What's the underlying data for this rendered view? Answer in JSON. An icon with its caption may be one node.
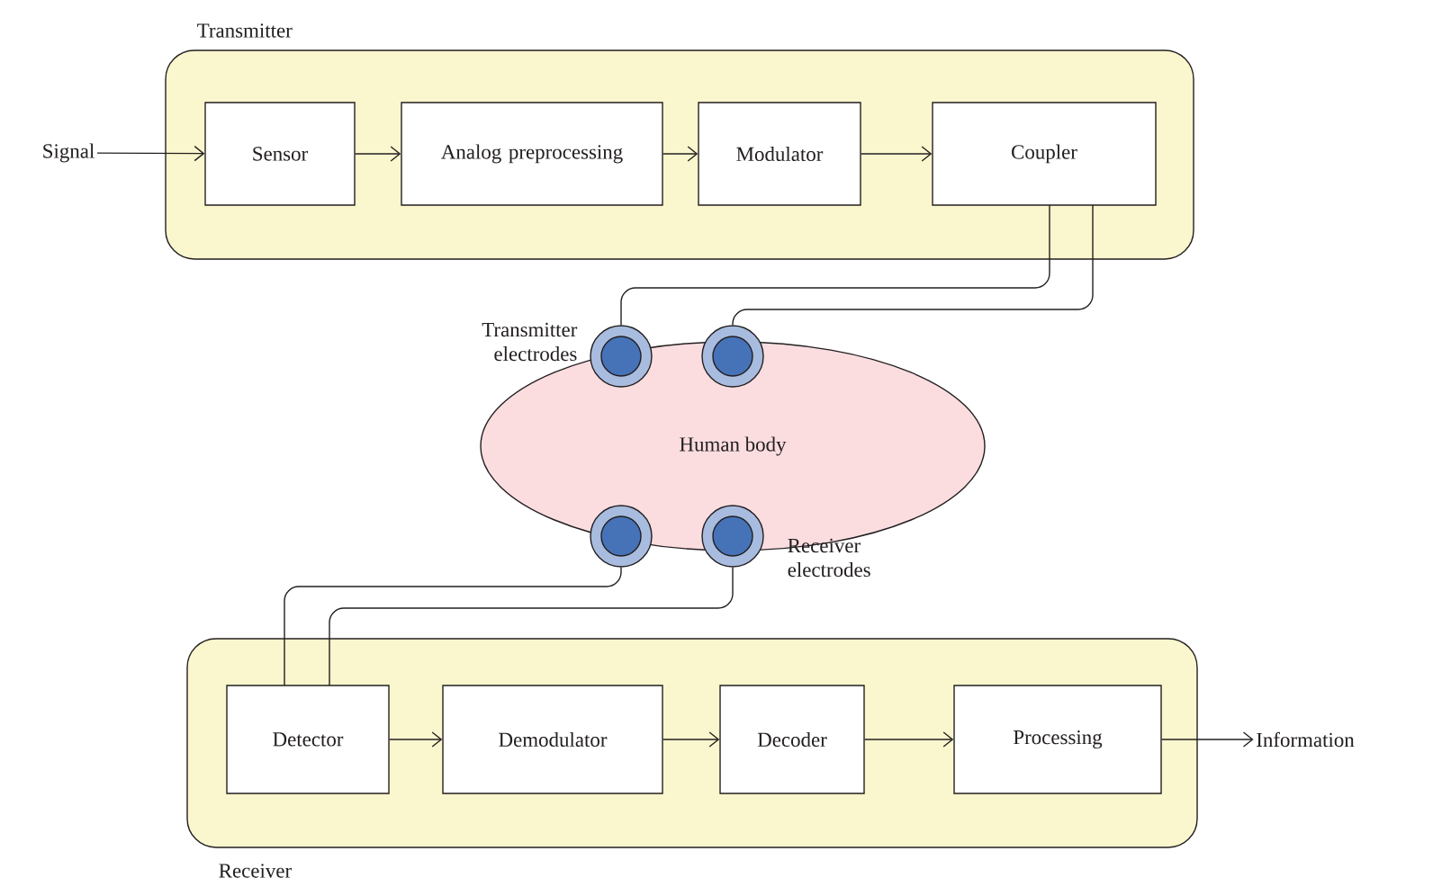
{
  "diagram": {
    "nodes": [
      {
        "text": [
          "Transmitter"
        ]
      },
      {
        "text": [
          "Signal"
        ]
      },
      {
        "text": [
          "Sensor"
        ],
        "in": 0
      },
      {
        "text": [
          "Analog preprocessing"
        ],
        "in": 0
      },
      {
        "text": [
          "Modulator"
        ],
        "in": 0
      },
      {
        "text": [
          "Coupler"
        ],
        "in": 0
      },
      {
        "text": [
          "Human body"
        ]
      },
      {
        "text": [],
        "shape": "circle"
      },
      {
        "text": [],
        "shape": "circle"
      },
      {
        "text": [],
        "shape": "circle"
      },
      {
        "text": [],
        "shape": "circle"
      },
      {
        "text": [
          "Receiver"
        ]
      },
      {
        "text": [
          "Detector"
        ],
        "in": 11
      },
      {
        "text": [
          "Demodulator"
        ],
        "in": 11
      },
      {
        "text": [
          "Decoder"
        ],
        "in": 11
      },
      {
        "text": [
          "Processing"
        ],
        "in": 11
      },
      {
        "text": [
          "Information"
        ]
      }
    ],
    "edges": [
      {
        "from": 1,
        "to": 2,
        "arrow": "to"
      },
      {
        "from": 2,
        "to": 3,
        "arrow": "to"
      },
      {
        "from": 3,
        "to": 4,
        "arrow": "to"
      },
      {
        "from": 4,
        "to": 5,
        "arrow": "to"
      },
      {
        "from": 5,
        "to": 7,
        "arrow": "none"
      },
      {
        "from": 5,
        "to": 8,
        "arrow": "none"
      },
      {
        "from": 9,
        "to": 12,
        "arrow": "none"
      },
      {
        "from": 10,
        "to": 12,
        "arrow": "none"
      },
      {
        "from": 12,
        "to": 13,
        "arrow": "to"
      },
      {
        "from": 13,
        "to": 14,
        "arrow": "to"
      },
      {
        "from": 14,
        "to": 15,
        "arrow": "to"
      },
      {
        "from": 15,
        "to": 16,
        "arrow": "to"
      }
    ],
    "labels": [
      "Transmitter electrodes",
      "Receiver electrodes"
    ]
  }
}
